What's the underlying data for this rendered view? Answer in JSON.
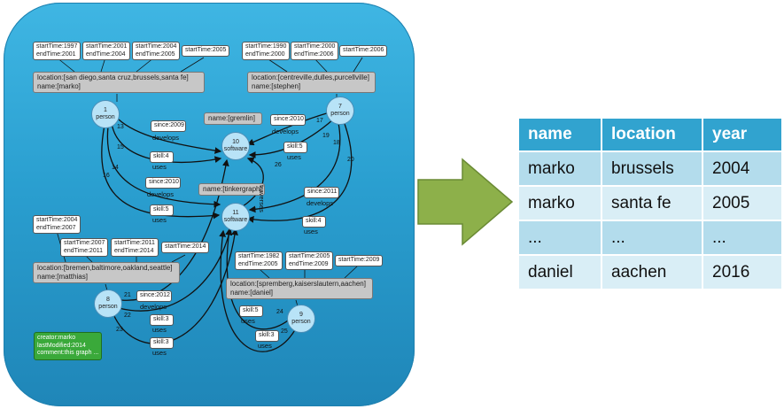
{
  "graph": {
    "vertices": {
      "v1": {
        "id": "1",
        "label": "person"
      },
      "v7": {
        "id": "7",
        "label": "person"
      },
      "v8": {
        "id": "8",
        "label": "person"
      },
      "v9": {
        "id": "9",
        "label": "person"
      },
      "v10": {
        "id": "10",
        "label": "software"
      },
      "v11": {
        "id": "11",
        "label": "software"
      }
    },
    "vertex_properties": {
      "marko": "location:[san diego,santa cruz,brussels,santa fe]\nname:[marko]",
      "stephen": "location:[centreville,dulles,purcellville]\nname:[stephen]",
      "gremlin": "name:[gremlin]",
      "tinkergraph": "name:[tinkergraph]",
      "matthias": "location:[bremen,baltimore,oakland,seattle]\nname:[matthias]",
      "daniel": "location:[spremberg,kaiserslautern,aachen]\nname:[daniel]"
    },
    "meta_properties": {
      "marko_1": "startTime:1997\nendTime:2001",
      "marko_2": "startTime:2001\nendTime:2004",
      "marko_3": "startTime:2004\nendTime:2005",
      "marko_4": "startTime:2005",
      "stephen_1": "startTime:1990\nendTime:2000",
      "stephen_2": "startTime:2000\nendTime:2006",
      "stephen_3": "startTime:2006",
      "matthias_1": "startTime:2004\nendTime:2007",
      "matthias_2": "startTime:2007\nendTime:2011",
      "matthias_3": "startTime:2011\nendTime:2014",
      "matthias_4": "startTime:2014",
      "daniel_1": "startTime:1982\nendTime:2005",
      "daniel_2": "startTime:2005\nendTime:2009",
      "daniel_3": "startTime:2009"
    },
    "edge_properties": {
      "e13": "since:2009",
      "e15": "skill:4",
      "e14": "since:2010",
      "e16": "skill:5",
      "e17": "since:2010",
      "e19": "skill:5",
      "e18": "since:2011",
      "e20": "skill:4",
      "e21": "since:2012",
      "e22": "skill:3",
      "e23": "skill:3",
      "e24": "skill:5",
      "e25": "skill:3"
    },
    "edge_labels": {
      "develops": "develops",
      "uses": "uses",
      "traverses": "traverses"
    },
    "edge_ids": [
      "13",
      "15",
      "14",
      "16",
      "17",
      "19",
      "18",
      "20",
      "21",
      "22",
      "23",
      "24",
      "25",
      "26"
    ],
    "graph_meta": "creator:marko\nlastModified:2014\ncomment:this graph ..."
  },
  "result_table": {
    "headers": [
      "name",
      "location",
      "year"
    ],
    "rows": [
      [
        "marko",
        "brussels",
        "2004"
      ],
      [
        "marko",
        "santa fe",
        "2005"
      ],
      [
        "...",
        "...",
        "..."
      ],
      [
        "daniel",
        "aachen",
        "2016"
      ]
    ]
  },
  "colors": {
    "panel": "#2a9fd0",
    "arrow": "#8db04a",
    "table_header": "#31a3cf",
    "row_dark": "#b3dcec",
    "row_light": "#d9eef6"
  }
}
